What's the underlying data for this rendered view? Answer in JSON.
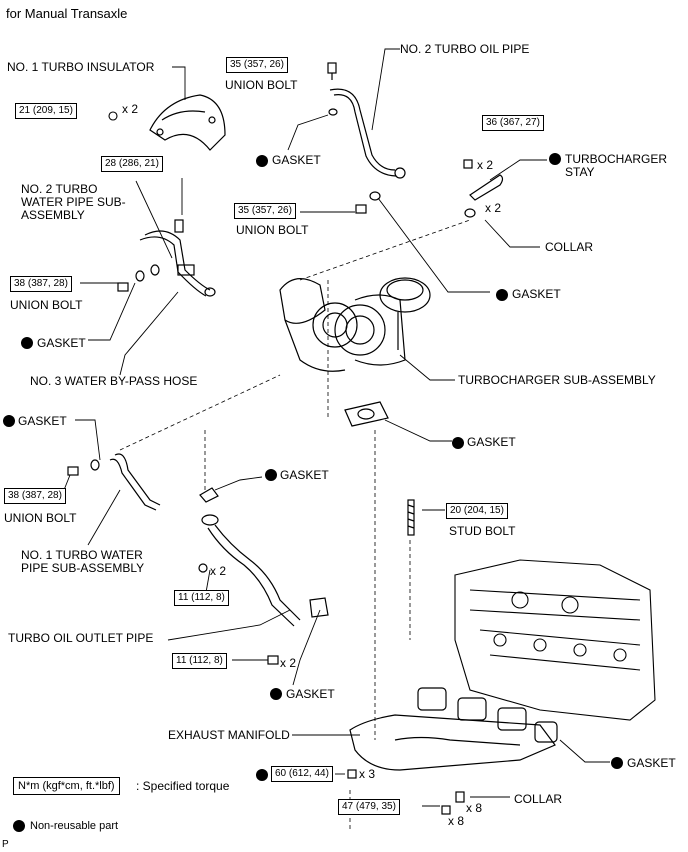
{
  "header": {
    "title": "for Manual Transaxle"
  },
  "labels": {
    "no1_turbo_insulator": "NO. 1 TURBO INSULATOR",
    "no2_turbo_oil_pipe": "NO. 2 TURBO OIL PIPE",
    "union_bolt": "UNION BOLT",
    "gasket": "GASKET",
    "turbocharger_stay": "TURBOCHARGER\nSTAY",
    "collar": "COLLAR",
    "no2_turbo_water_pipe": "NO. 2 TURBO\nWATER PIPE SUB-\nASSEMBLY",
    "no3_water_bypass_hose": "NO. 3 WATER BY-PASS HOSE",
    "turbocharger_sub_assembly": "TURBOCHARGER SUB-ASSEMBLY",
    "no1_turbo_water_pipe": "NO. 1 TURBO WATER\nPIPE SUB-ASSEMBLY",
    "stud_bolt": "STUD BOLT",
    "turbo_oil_outlet_pipe": "TURBO OIL OUTLET PIPE",
    "exhaust_manifold": "EXHAUST MANIFOLD",
    "non_reusable_part": "Non-reusable part",
    "specified_torque": ": Specified torque",
    "footer_mark": "P"
  },
  "torque": {
    "insulator": "21 (209, 15)",
    "union_bolt_oil_top": "35 (357, 26)",
    "union_bolt_oil_mid": "35 (357, 26)",
    "stay_bolt": "36 (367, 27)",
    "water_pipe_bolt": "28 (286, 21)",
    "union_bolt_water_no2": "38 (387, 28)",
    "union_bolt_water_no1": "38 (387, 28)",
    "stud_bolt": "20 (204, 15)",
    "oil_outlet_nut": "11 (112, 8)",
    "oil_outlet_bolt": "11 (112, 8)",
    "manifold_nut": "60 (612, 44)",
    "manifold_collar": "47 (479, 35)",
    "legend": "N*m (kgf*cm, ft.*lbf)"
  },
  "quantities": {
    "insulator": "x 2",
    "stay_bolt": "x 2",
    "collar_stay": "x 2",
    "oil_outlet_nut": "x 2",
    "oil_outlet_bolt": "x 2",
    "manifold_nut": "x 3",
    "manifold_collar": "x 8",
    "manifold_bolt": "x 8"
  }
}
